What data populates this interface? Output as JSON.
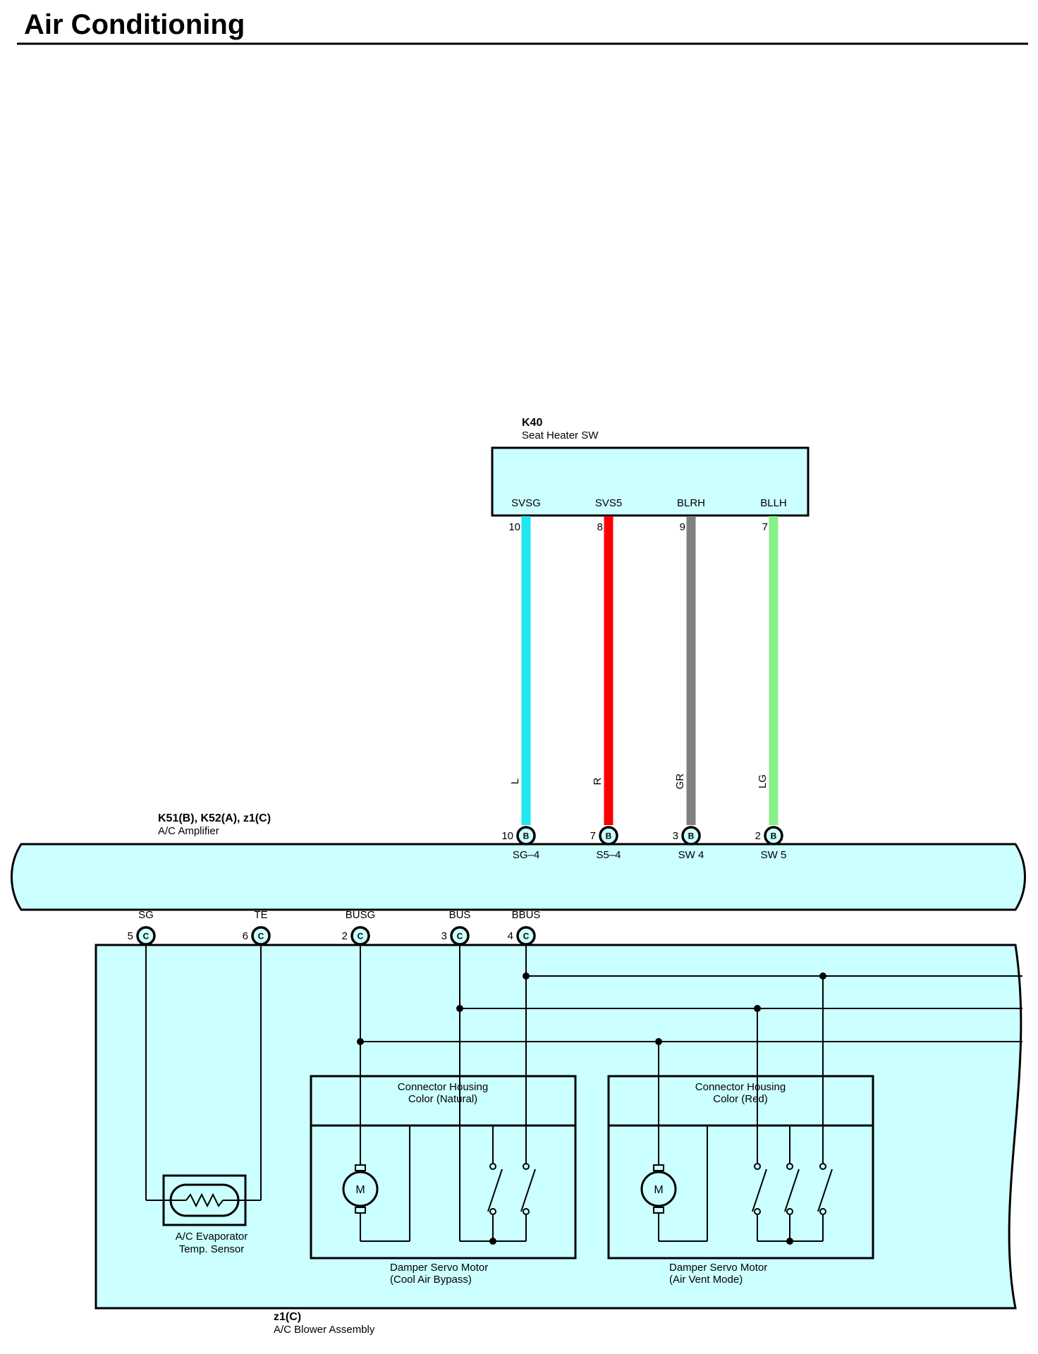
{
  "title": "Air Conditioning",
  "colors": {
    "fill": "#ccffff",
    "wire_L": "#22e6f0",
    "wire_R": "#ff0000",
    "wire_GR": "#808080",
    "wire_LG": "#88f088"
  },
  "k40": {
    "code": "K40",
    "name": "Seat Heater SW",
    "terminals": [
      {
        "label": "SVSG",
        "pin": "10",
        "wire": "L"
      },
      {
        "label": "SVS5",
        "pin": "8",
        "wire": "R"
      },
      {
        "label": "BLRH",
        "pin": "9",
        "wire": "GR"
      },
      {
        "label": "BLLH",
        "pin": "7",
        "wire": "LG"
      }
    ]
  },
  "amplifier": {
    "code": "K51(B), K52(A), z1(C)",
    "name": "A/C Amplifier",
    "top_pins": [
      {
        "pin": "10",
        "conn": "B",
        "label": "SG–4"
      },
      {
        "pin": "7",
        "conn": "B",
        "label": "S5–4"
      },
      {
        "pin": "3",
        "conn": "B",
        "label": "SW 4"
      },
      {
        "pin": "2",
        "conn": "B",
        "label": "SW 5"
      }
    ],
    "bottom_pins": [
      {
        "pin": "5",
        "conn": "C",
        "label": "SG"
      },
      {
        "pin": "6",
        "conn": "C",
        "label": "TE"
      },
      {
        "pin": "2",
        "conn": "C",
        "label": "BUSG"
      },
      {
        "pin": "3",
        "conn": "C",
        "label": "BUS"
      },
      {
        "pin": "4",
        "conn": "C",
        "label": "BBUS"
      }
    ]
  },
  "blower": {
    "code": "z1(C)",
    "name": "A/C Blower Assembly"
  },
  "sensor": {
    "line1": "A/C Evaporator",
    "line2": "Temp.  Sensor"
  },
  "servo1": {
    "housing_line1": "Connector Housing",
    "housing_line2": "Color (Natural)",
    "name_line1": "Damper Servo Motor",
    "name_line2": "(Cool Air Bypass)",
    "motor": "M"
  },
  "servo2": {
    "housing_line1": "Connector Housing",
    "housing_line2": "Color (Red)",
    "name_line1": "Damper Servo Motor",
    "name_line2": "(Air Vent Mode)",
    "motor": "M"
  }
}
